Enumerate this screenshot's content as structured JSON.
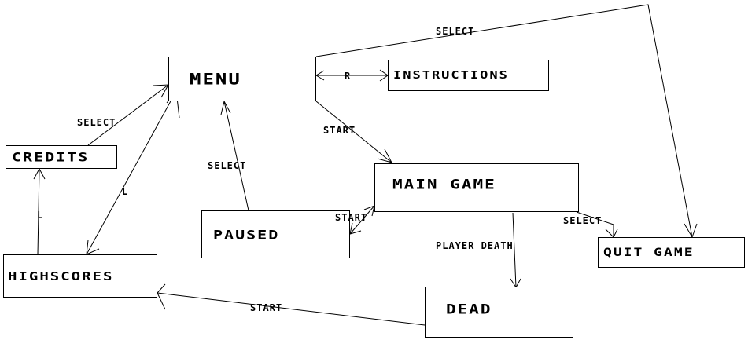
{
  "colors": {
    "line": "#000000",
    "background": "#ffffff",
    "text": "#000000"
  },
  "nodes": {
    "menu": "MENU",
    "instructions": "INSTRUCTIONS",
    "credits": "CREDITS",
    "highscores": "HIGHSCORES",
    "paused": "PAUSED",
    "main_game": "MAIN GAME",
    "quit_game": "QUIT GAME",
    "dead": "DEAD"
  },
  "edges": {
    "menu_quit": "SELECT",
    "menu_instructions": "R",
    "credits_menu": "SELECT",
    "highscores_menu": "L",
    "highscores_credits": "L",
    "paused_menu": "SELECT",
    "menu_main_game": "START",
    "main_game_paused": "START",
    "main_game_dead": "PLAYER DEATH",
    "main_game_quit": "SELECT",
    "dead_highscores": "START"
  }
}
